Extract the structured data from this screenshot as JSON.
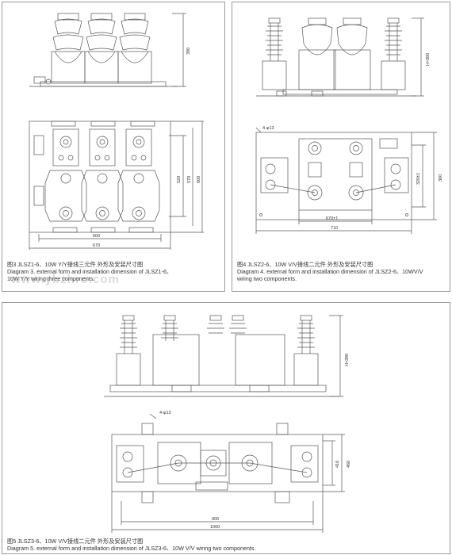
{
  "diagram3": {
    "dims": {
      "height": "390",
      "d520": "520",
      "d570": "570",
      "d600": "600",
      "w500": "500",
      "w670": "670"
    },
    "caption": {
      "cn": "图3 JLSZ1-6、10W Y/Y接线三元件 外形及安装尺寸图",
      "en1": "Diagram 3. external form and installation dimension of JLSZ1-6、",
      "en2": "10W Y/Y wiring three components."
    }
  },
  "diagram4": {
    "dims": {
      "height": "H≈390",
      "hole": "4-φ13",
      "d320": "320±1",
      "d360": "360",
      "w670": "670±1",
      "w710": "710"
    },
    "caption": {
      "cn": "图4 JLSZ2-6、10W V/V接线二元件 外形及安装尺寸图",
      "en1": "Diagram 4. external form and installation dimension of JLSZ2-6、10WV/V",
      "en2": "wiring two components."
    }
  },
  "diagram5": {
    "dims": {
      "height": "H≈390",
      "hole": "4-φ13",
      "d410": "410",
      "d460": "460",
      "w900": "900",
      "w1000": "1000"
    },
    "caption": {
      "cn": "图5 JLSZ3-6、10W V/V接线二元件 外形及安装尺寸图",
      "en": "Diagram 5. external form and installation dimension of JLSZ3-6、10W V/V wiring two components."
    }
  },
  "watermark": "www.ybzhro.com"
}
